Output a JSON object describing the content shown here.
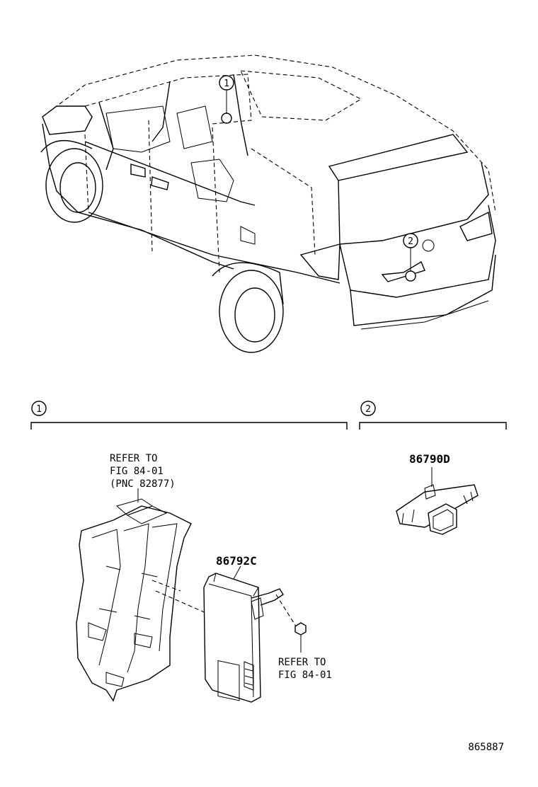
{
  "overview": {
    "callout_1": "1",
    "callout_2": "2"
  },
  "sections": [
    {
      "index": "1"
    },
    {
      "index": "2"
    }
  ],
  "notes": {
    "refer_main_1": "REFER TO",
    "refer_main_2": "FIG 84-01",
    "refer_main_3": "(PNC 82877)",
    "refer_bolt_1": "REFER TO",
    "refer_bolt_2": "FIG 84-01"
  },
  "parts": {
    "ecu": "86792C",
    "camera": "86790D"
  },
  "illustration_number": "865887"
}
